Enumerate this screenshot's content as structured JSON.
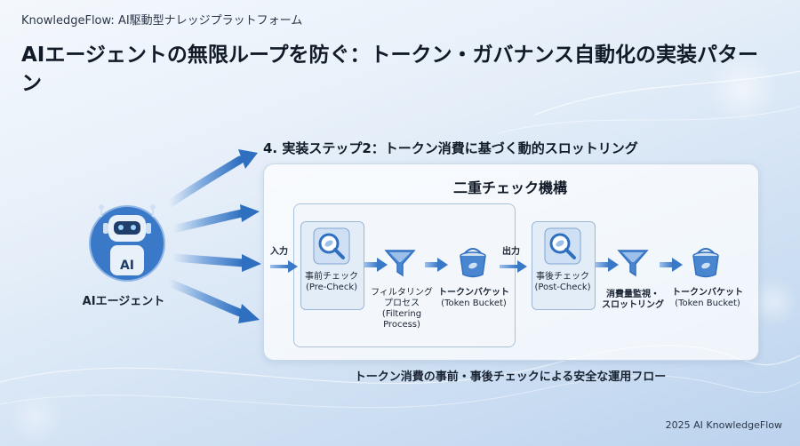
{
  "header": {
    "brand": "KnowledgeFlow: AI駆動型ナレッジプラットフォーム",
    "title": "AIエージェントの無限ループを防ぐ：トークン・ガバナンス自動化の実装パターン"
  },
  "step_title": "4. 実装ステップ2：トークン消費に基づく動的スロットリング",
  "agent": {
    "label": "AIエージェント",
    "badge": "AI"
  },
  "mechanism": {
    "title": "二重チェック機構",
    "input_label": "入力",
    "output_label": "出力",
    "pre_check": {
      "line1": "事前チェック",
      "line2": "(Pre-Check)"
    },
    "filtering": {
      "line1": "フィルタリング",
      "line2": "プロセス",
      "line3": "(Filtering",
      "line4": "Process)"
    },
    "bucket1": {
      "line1": "トークンバケット",
      "line2": "(Token Bucket)"
    },
    "post_check": {
      "line1": "事後チェック",
      "line2": "(Post-Check)"
    },
    "monitor": {
      "line1": "消費量監視・",
      "line2": "スロットリング"
    },
    "bucket2": {
      "line1": "トークンバケット",
      "line2": "(Token Bucket)"
    }
  },
  "footer_caption": "トークン消費の事前・事後チェックによる安全な運用フロー",
  "copyright": "2025 AI KnowledgeFlow",
  "colors": {
    "accent": "#2f6fc0",
    "icon_light": "#cfe0f5",
    "arrow": "#4a86d0"
  }
}
